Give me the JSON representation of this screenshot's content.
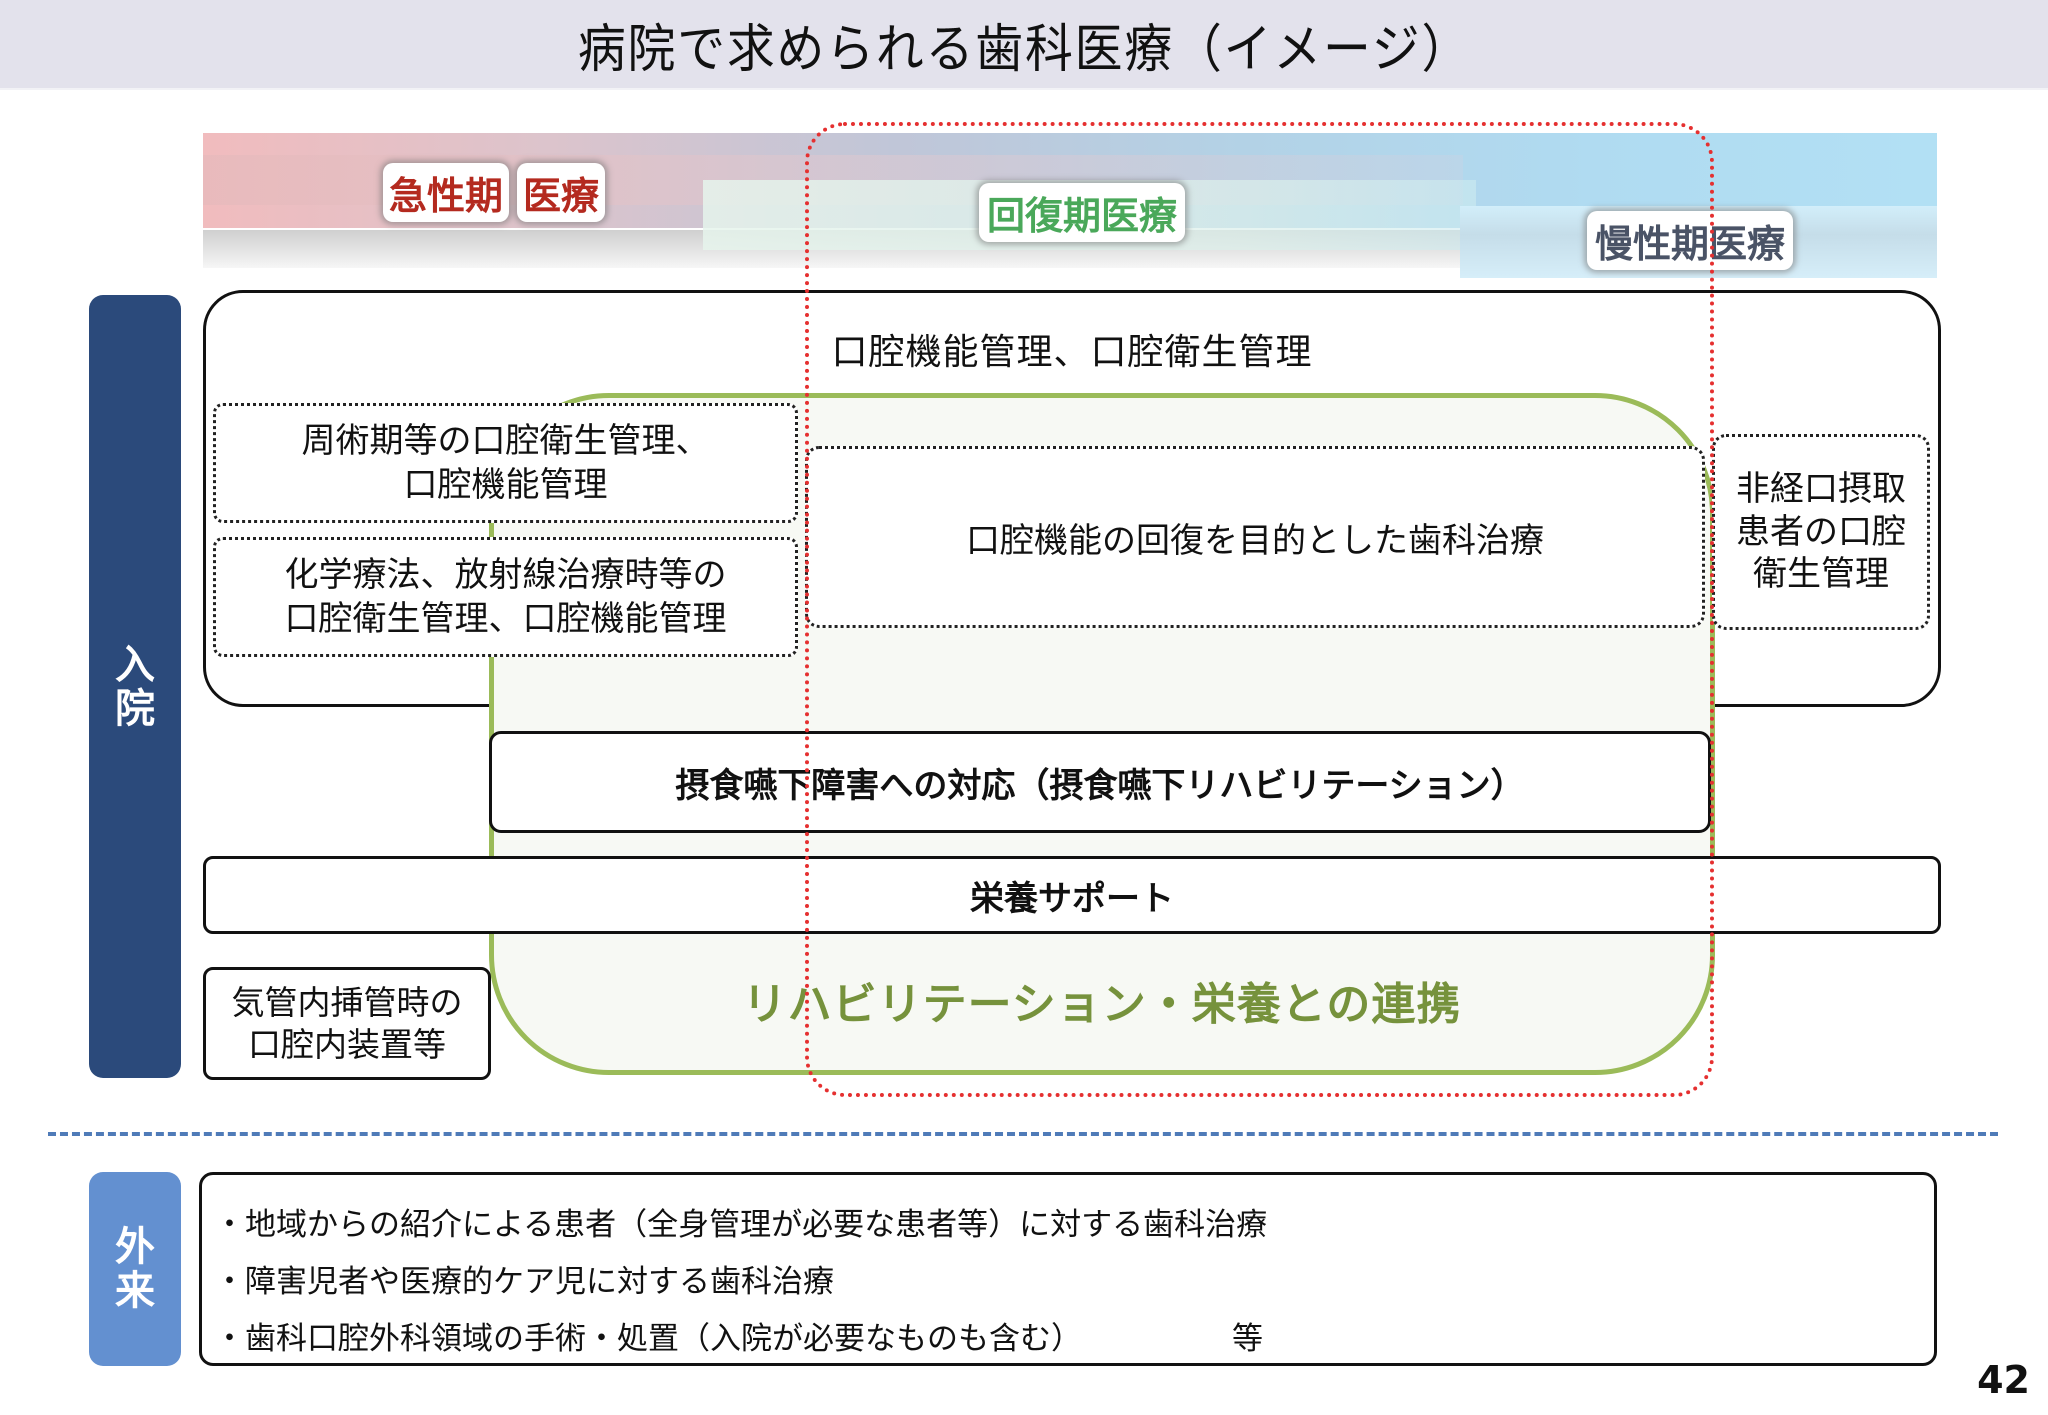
{
  "title": "病院で求められる歯科医療（イメージ）",
  "phases": {
    "acute": [
      "急性期",
      "医療"
    ],
    "recovery": "回復期医療",
    "chronic": "慢性期医療"
  },
  "colors": {
    "acute": "#b42a1f",
    "recovery": "#4aa85a",
    "chronic": "#4a5366",
    "inpatient_tab": "#2b4a7b",
    "outpatient_tab": "#6390d0",
    "rehab_border": "#9bbb59",
    "rehab_text": "#76923c",
    "red_region": "#e53030"
  },
  "inpatient": {
    "label_line1": "入",
    "label_line2": "院",
    "oral_management_title": "口腔機能管理、口腔衛生管理",
    "perioperative": [
      "周術期等の口腔衛生管理、",
      "口腔機能管理"
    ],
    "chemo_radiation": [
      "化学療法、放射線治療時等の",
      "口腔衛生管理、口腔機能管理"
    ],
    "recovery_treatment": "口腔機能の回復を目的とした歯科治療",
    "non_oral_intake": [
      "非経口摂取",
      "患者の口腔",
      "衛生管理"
    ],
    "dysphagia": "摂食嚥下障害への対応（摂食嚥下リハビリテーション）",
    "nutrition_support": "栄養サポート",
    "intubation": [
      "気管内挿管時の",
      "口腔内装置等"
    ],
    "rehab_collaboration": "リハビリテーション・栄養との連携"
  },
  "outpatient": {
    "label_line1": "外",
    "label_line2": "来",
    "items": [
      "・地域からの紹介による患者（全身管理が必要な患者等）に対する歯科治療",
      "・障害児者や医療的ケア児に対する歯科治療",
      "・歯科口腔外科領域の手術・処置（入院が必要なものも含む）"
    ],
    "etc": "等"
  },
  "page_number": "42"
}
